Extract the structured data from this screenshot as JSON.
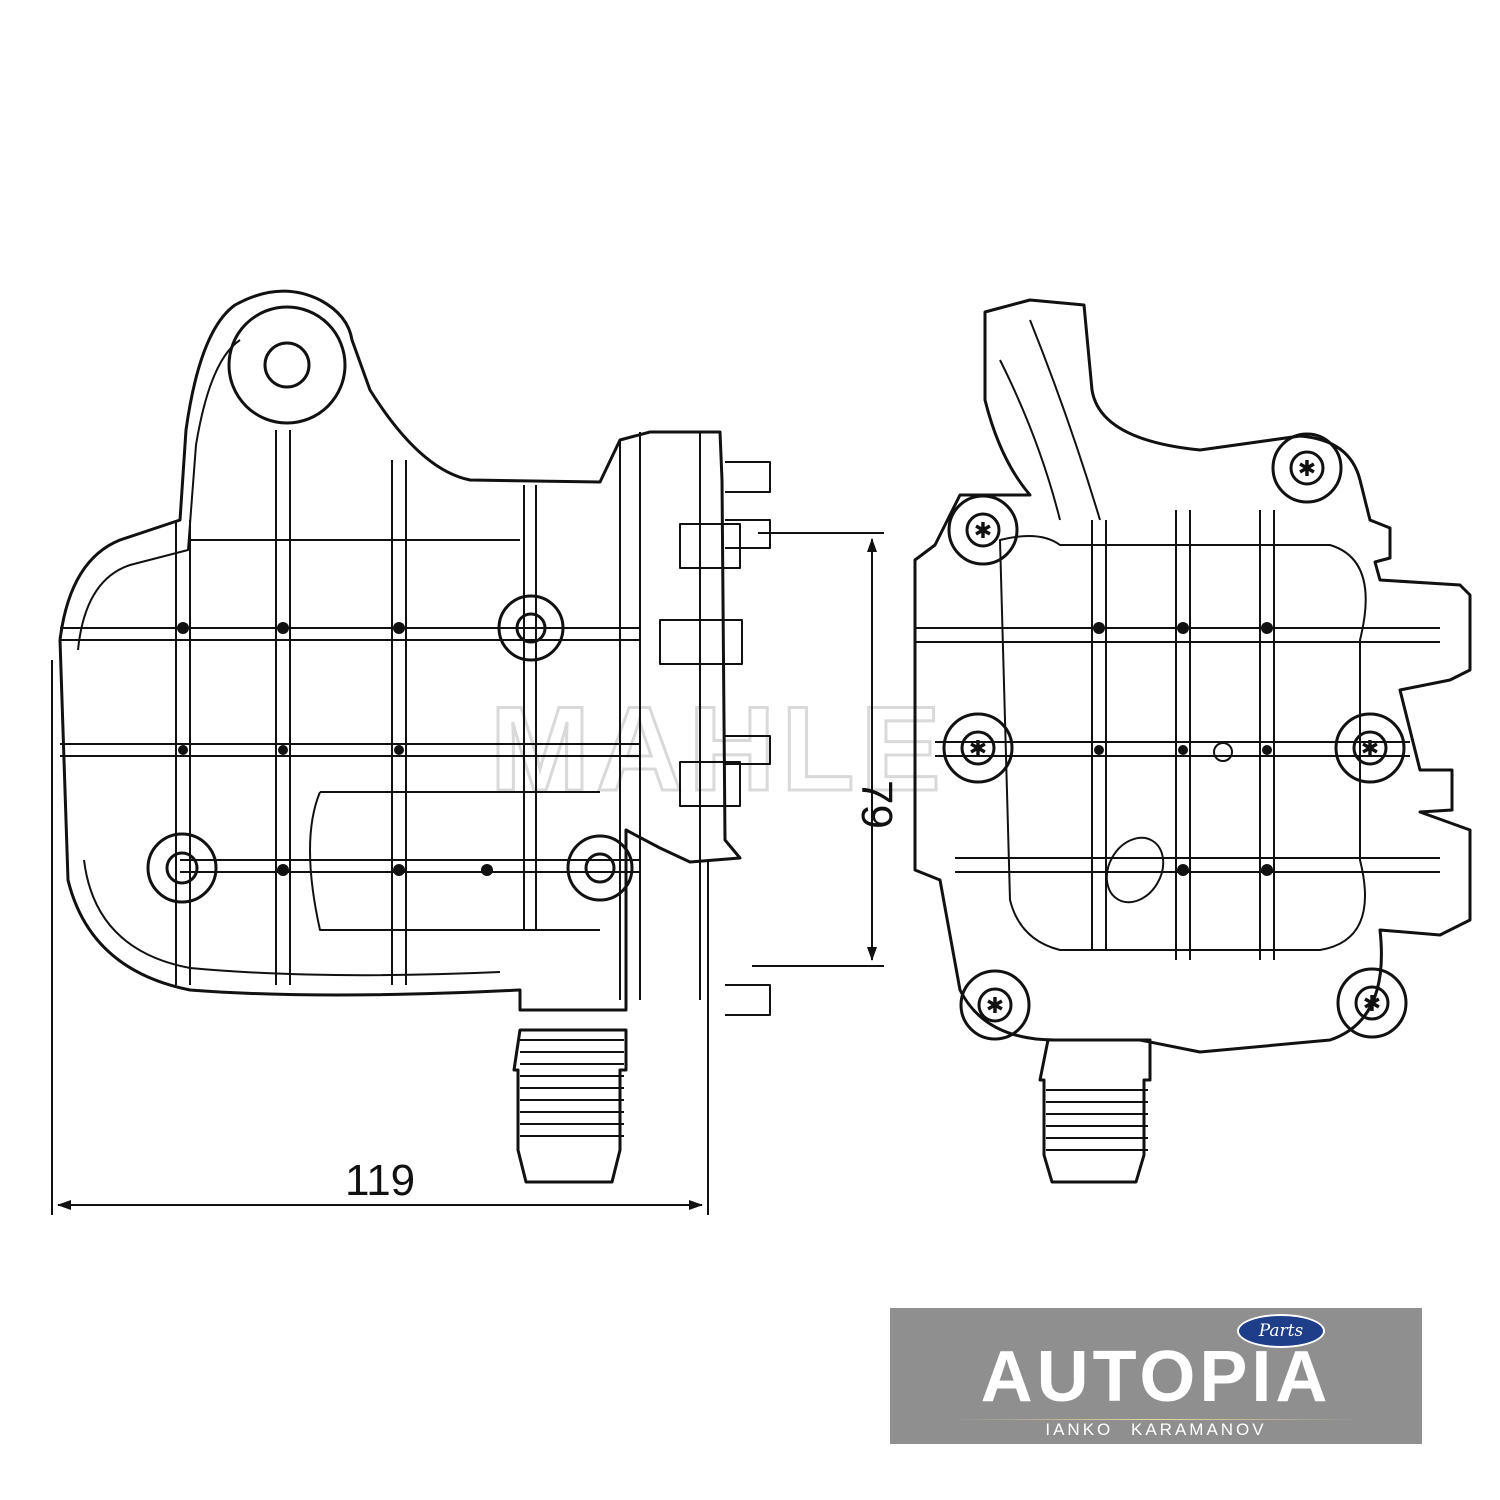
{
  "drawing": {
    "watermark": "MAHLE",
    "dimensions": {
      "width_label": "119",
      "height_label": "79"
    },
    "views": [
      "side-view",
      "front-view"
    ]
  },
  "brand": {
    "name": "AUTOPIA",
    "badge": "Parts",
    "subtitle": "IANKO KARAMANOV",
    "colors": {
      "background": "#8f8f8f",
      "badge": "#1f3e8a",
      "text": "#ffffff"
    }
  }
}
